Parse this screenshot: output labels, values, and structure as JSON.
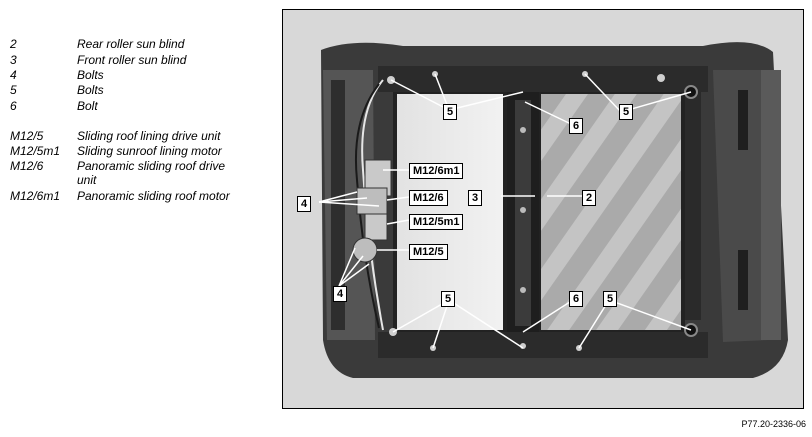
{
  "legend": [
    {
      "code": "2",
      "desc": "Rear roller sun blind"
    },
    {
      "code": "3",
      "desc": "Front roller sun blind"
    },
    {
      "code": "4",
      "desc": "Bolts"
    },
    {
      "code": "5",
      "desc": "Bolts"
    },
    {
      "code": "6",
      "desc": "Bolt"
    },
    {
      "code": "M12/5",
      "desc": "Sliding roof lining drive unit"
    },
    {
      "code": "M12/5m1",
      "desc": "Sliding sunroof lining motor"
    },
    {
      "code": "M12/6",
      "desc": "Panoramic sliding roof drive unit"
    },
    {
      "code": "M12/6m1",
      "desc": "Panoramic sliding roof motor"
    }
  ],
  "callouts": {
    "c5_top_left": "5",
    "c5_top_right": "5",
    "c6_top": "6",
    "m12_6m1": "M12/6m1",
    "c3": "3",
    "c2": "2",
    "c4_upper": "4",
    "m12_6": "M12/6",
    "m12_5m1": "M12/5m1",
    "m12_5": "M12/5",
    "c4_lower": "4",
    "c5_bottom_left": "5",
    "c6_bottom": "6",
    "c5_bottom_right": "5"
  },
  "figure_id": "P77.20-2336-06"
}
